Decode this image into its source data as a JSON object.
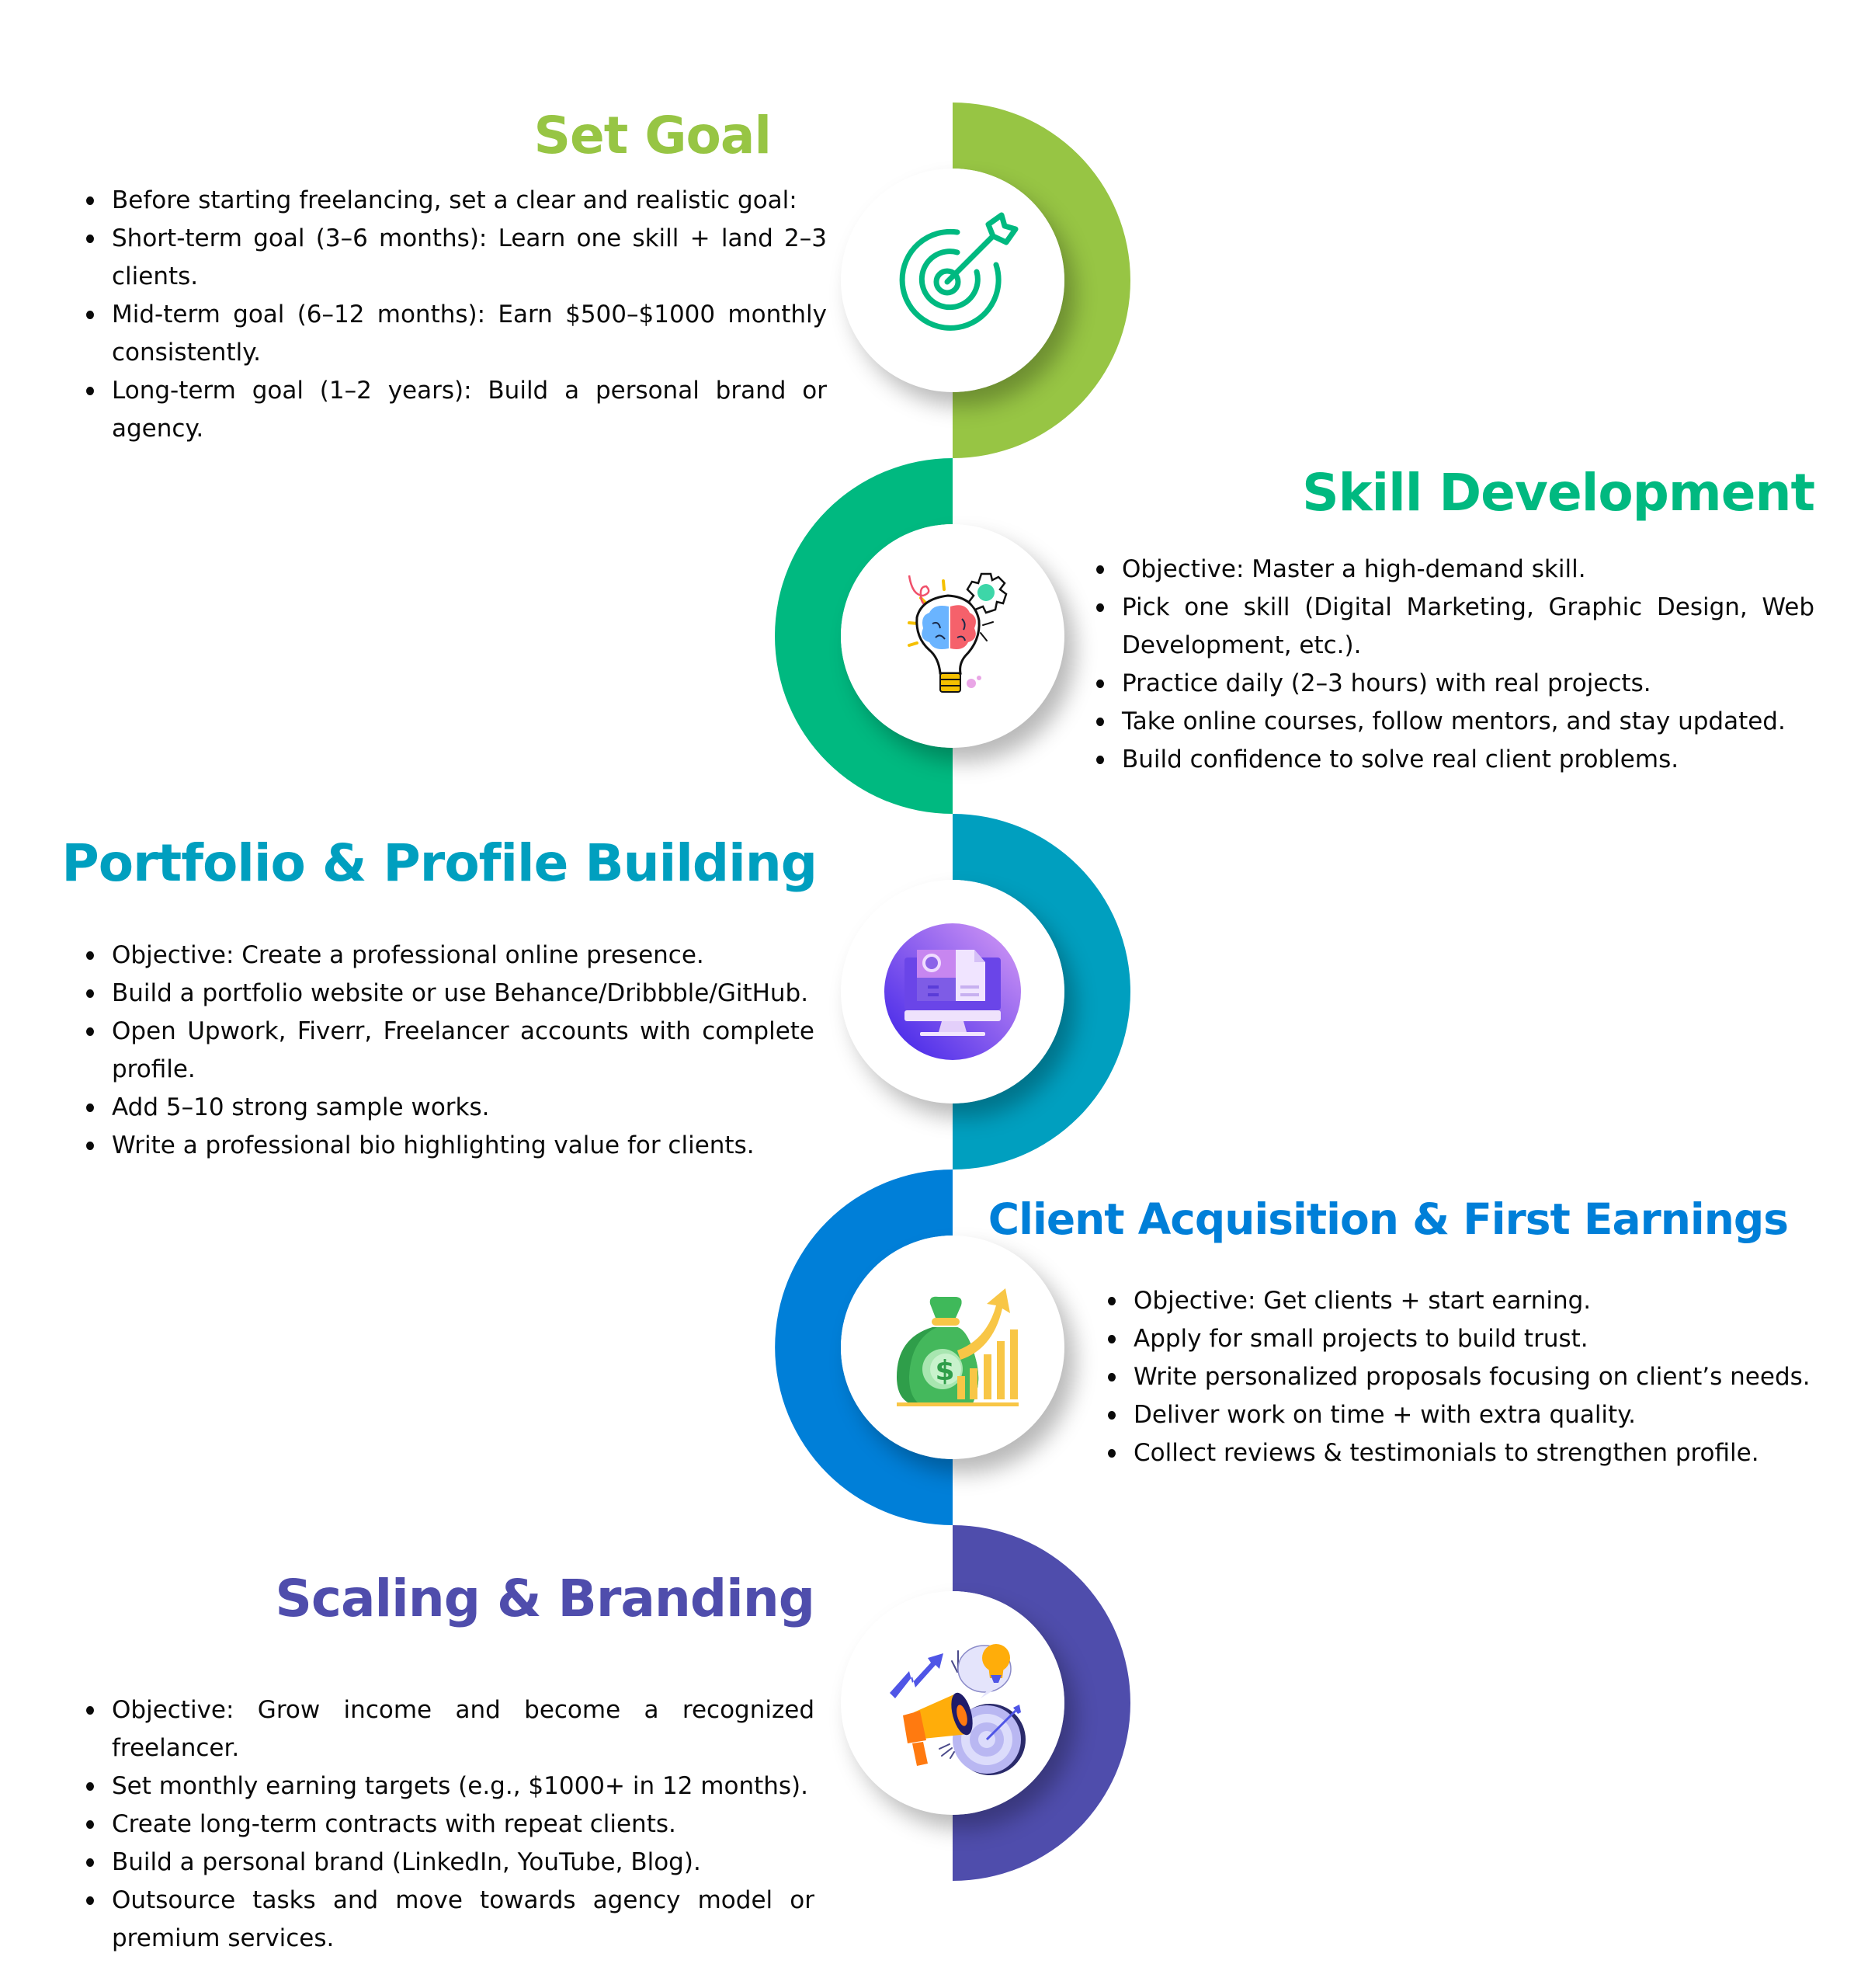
{
  "colors": {
    "set_goal": "#97c544",
    "skill_development": "#00b980",
    "portfolio": "#009fbf",
    "client": "#007fd8",
    "scaling": "#4f4dac",
    "text": "#0a0a0a"
  },
  "steps": [
    {
      "title": "Set Goal",
      "icon": "target-arrow-icon",
      "side": "left",
      "bullets": [
        "Before starting freelancing, set a clear and realistic goal:",
        "Short-term goal (3–6 months): Learn one skill + land 2–3 clients.",
        "Mid-term goal (6–12 months): Earn $500–$1000 monthly consistently.",
        "Long-term goal (1–2 years): Build a personal brand or agency."
      ]
    },
    {
      "title": "Skill Development",
      "icon": "brain-lightbulb-gear-icon",
      "side": "right",
      "bullets": [
        "Objective: Master a high-demand skill.",
        "Pick one skill (Digital Marketing, Graphic Design, Web Development, etc.).",
        "Practice daily (2–3 hours) with real projects.",
        "Take online courses, follow mentors, and stay updated.",
        "Build confidence to solve real client problems."
      ]
    },
    {
      "title": "Portfolio & Profile Building",
      "icon": "monitor-portfolio-icon",
      "side": "left",
      "bullets": [
        "Objective: Create a professional online presence.",
        "Build a portfolio website or use Behance/Dribbble/GitHub.",
        "Open Upwork, Fiverr, Freelancer accounts with complete profile.",
        "Add 5–10 strong sample works.",
        "Write a professional bio highlighting value for clients."
      ]
    },
    {
      "title": "Client Acquisition & First Earnings",
      "icon": "money-bag-growth-icon",
      "side": "right",
      "bullets": [
        "Objective: Get clients + start earning.",
        "Apply for small projects to build trust.",
        "Write personalized proposals focusing on client’s needs.",
        "Deliver work on time + with extra quality.",
        "Collect reviews & testimonials to strengthen profile."
      ]
    },
    {
      "title": "Scaling & Branding",
      "icon": "megaphone-target-icon",
      "side": "left",
      "bullets": [
        "Objective: Grow income and become a recognized freelancer.",
        "Set monthly earning targets (e.g., $1000+ in 12 months).",
        "Create long-term contracts with repeat clients.",
        "Build a personal brand (LinkedIn, YouTube, Blog).",
        "Outsource tasks and move towards agency model or premium services."
      ]
    }
  ]
}
